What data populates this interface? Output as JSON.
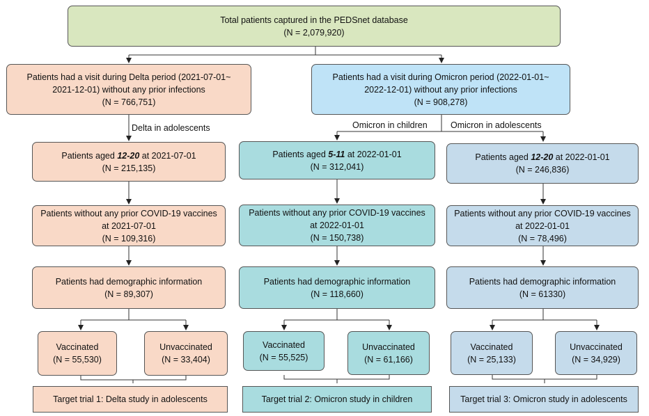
{
  "top": {
    "line1": "Total patients captured in the PEDSnet database",
    "line2": "(N = 2,079,920)"
  },
  "delta_period": {
    "line1": "Patients had a visit during Delta period (2021-07-01~",
    "line2": "2021-12-01) without any prior infections",
    "line3": "(N = 766,751)"
  },
  "omicron_period": {
    "line1": "Patients had a visit during Omicron period (2022-01-01~",
    "line2": "2022-12-01) without any prior infections",
    "line3": "(N = 908,278)"
  },
  "branch_labels": {
    "delta_adolescents": "Delta in adolescents",
    "omicron_children": "Omicron in children",
    "omicron_adolescents": "Omicron in adolescents"
  },
  "columns": [
    {
      "age": {
        "prefix": "Patients aged ",
        "range": "12-20",
        "suffix": " at 2021-07-01",
        "n": "(N = 215,135)"
      },
      "novax": {
        "line1": "Patients without any prior COVID-19 vaccines",
        "line2": "at 2021-07-01",
        "n": "(N = 109,316)"
      },
      "demo": {
        "line1": "Patients had demographic information",
        "n": "(N = 89,307)"
      },
      "vaccinated": {
        "label": "Vaccinated",
        "n": "(N = 55,530)"
      },
      "unvaccinated": {
        "label": "Unvaccinated",
        "n": "(N = 33,404)"
      },
      "trial": "Target trial 1: Delta study in adolescents"
    },
    {
      "age": {
        "prefix": "Patients aged ",
        "range": "5-11",
        "suffix": " at 2022-01-01",
        "n": "(N = 312,041)"
      },
      "novax": {
        "line1": "Patients without any prior COVID-19 vaccines",
        "line2": "at 2022-01-01",
        "n": "(N = 150,738)"
      },
      "demo": {
        "line1": "Patients had demographic information",
        "n": "(N = 118,660)"
      },
      "vaccinated": {
        "label": "Vaccinated",
        "n": "(N = 55,525)"
      },
      "unvaccinated": {
        "label": "Unvaccinated",
        "n": "(N = 61,166)"
      },
      "trial": "Target trial 2: Omicron study in children"
    },
    {
      "age": {
        "prefix": "Patients aged ",
        "range": "12-20",
        "suffix": " at 2022-01-01",
        "n": "(N = 246,836)"
      },
      "novax": {
        "line1": "Patients without any prior COVID-19 vaccines",
        "line2": "at 2022-01-01",
        "n": "(N = 78,496)"
      },
      "demo": {
        "line1": "Patients had demographic information",
        "n": "(N = 61330)"
      },
      "vaccinated": {
        "label": "Vaccinated",
        "n": "(N = 25,133)"
      },
      "unvaccinated": {
        "label": "Unvaccinated",
        "n": "(N = 34,929)"
      },
      "trial": "Target trial 3: Omicron study in adolescents"
    }
  ],
  "colors": {
    "top": "#d9e7bf",
    "delta": "#f9d9c7",
    "omicron": "#bfe3f7",
    "children": "#a9dcdf",
    "adolescents": "#c5dbeb"
  }
}
